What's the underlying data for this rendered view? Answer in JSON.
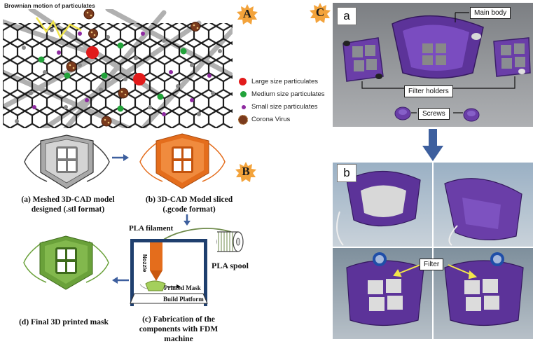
{
  "panel_a": {
    "title": "Brownian motion of particulates",
    "badge": "A",
    "legend": [
      {
        "label": "Large size particulates",
        "color": "#e21b1b"
      },
      {
        "label": "Medium size particulates",
        "color": "#22a33a"
      },
      {
        "label": "Small size particulates",
        "color": "#8e2aa0"
      },
      {
        "label": "Corona Virus",
        "color": "#7a3a1c"
      }
    ]
  },
  "panel_b": {
    "badge": "B",
    "steps": [
      {
        "caption_line1": "(a) Meshed 3D-CAD model",
        "caption_line2": "designed (.stl format)"
      },
      {
        "caption_line1": "(b) 3D-CAD Model sliced",
        "caption_line2": "(.gcode format)"
      },
      {
        "caption_line1": "(c) Fabrication of the",
        "caption_line2": "components with FDM machine"
      },
      {
        "caption_line1": "(d) Final 3D printed mask",
        "caption_line2": ""
      }
    ],
    "printer": {
      "filament_label": "PLA filament",
      "spool_label": "PLA spool",
      "nozzle_label": "Nozzle",
      "printed_mask_label": "Printed Mask",
      "platform_label": "Build Platform"
    }
  },
  "panel_c": {
    "badge": "C",
    "photo_a": {
      "label": "a",
      "callouts": {
        "main_body": "Main body",
        "filter_holders": "Filter holders",
        "screws": "Screws"
      }
    },
    "photo_b": {
      "label": "b",
      "callouts": {
        "filter": "Filter"
      }
    }
  },
  "colors": {
    "mask_gray": "#a9a9a9",
    "mask_orange": "#e46d1c",
    "mask_green": "#6aa13a",
    "mask_purple": "#6a3ea8",
    "arrow_blue": "#3d5f9e"
  }
}
